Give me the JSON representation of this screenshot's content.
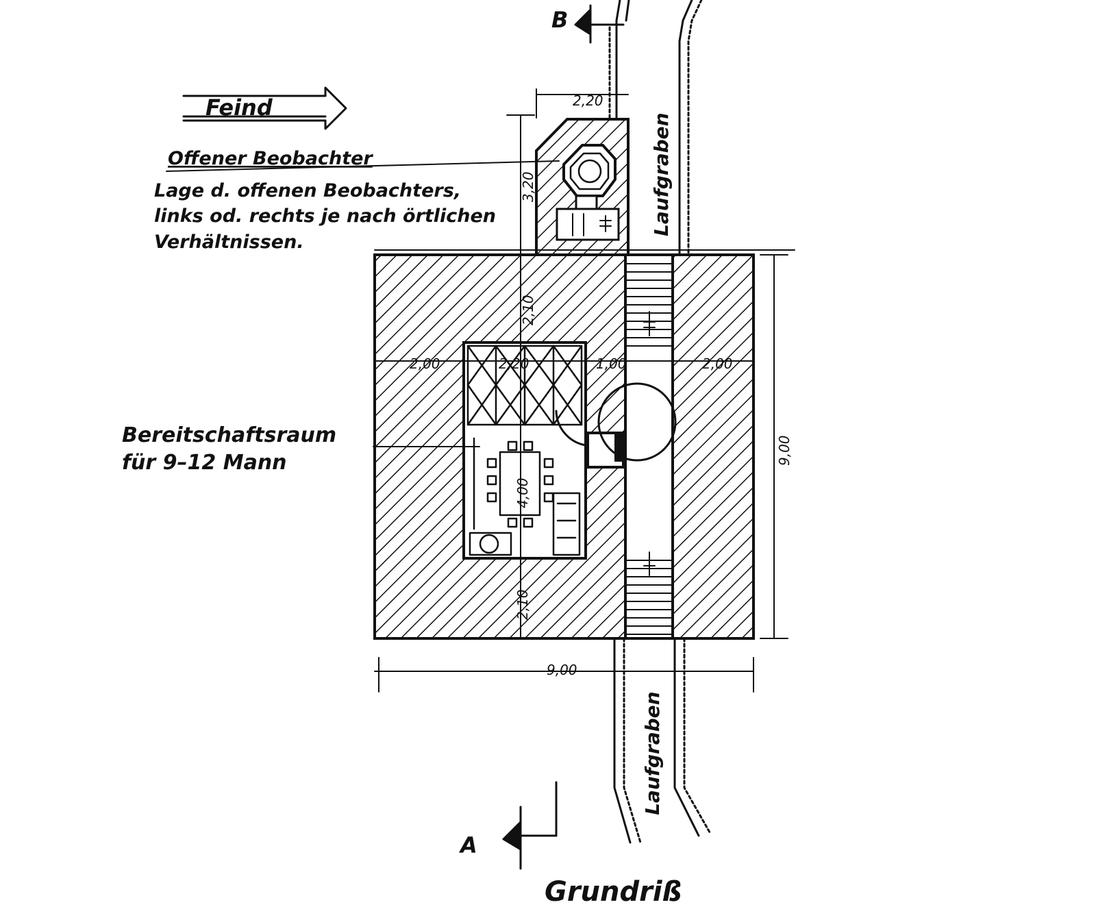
{
  "labels": {
    "enemy": "Feind",
    "observer_title": "Offener Beobachter",
    "observer_note": [
      "Lage d. offenen Beobachters,",
      "links od. rechts je nach örtlichen",
      "Verhältnissen."
    ],
    "ready_room": [
      "Bereitschaftsraum",
      "für 9–12 Mann"
    ],
    "trench_top": "Laufgraben",
    "trench_bottom": "Laufgraben",
    "section_a": "A",
    "section_b": "B",
    "caption": "Grundriß"
  },
  "dimensions": {
    "observer_width": "2,20",
    "observer_height": "3,20",
    "wall_top": "2,10",
    "wall_left": "2,00",
    "room_width": "2,20",
    "corridor_width": "1,00",
    "wall_right": "2,00",
    "room_depth": "4,00",
    "wall_bottom": "2,10",
    "total_width": "9,00",
    "total_height": "9,00"
  },
  "colors": {
    "ink": "#111111",
    "paper": "#ffffff"
  }
}
